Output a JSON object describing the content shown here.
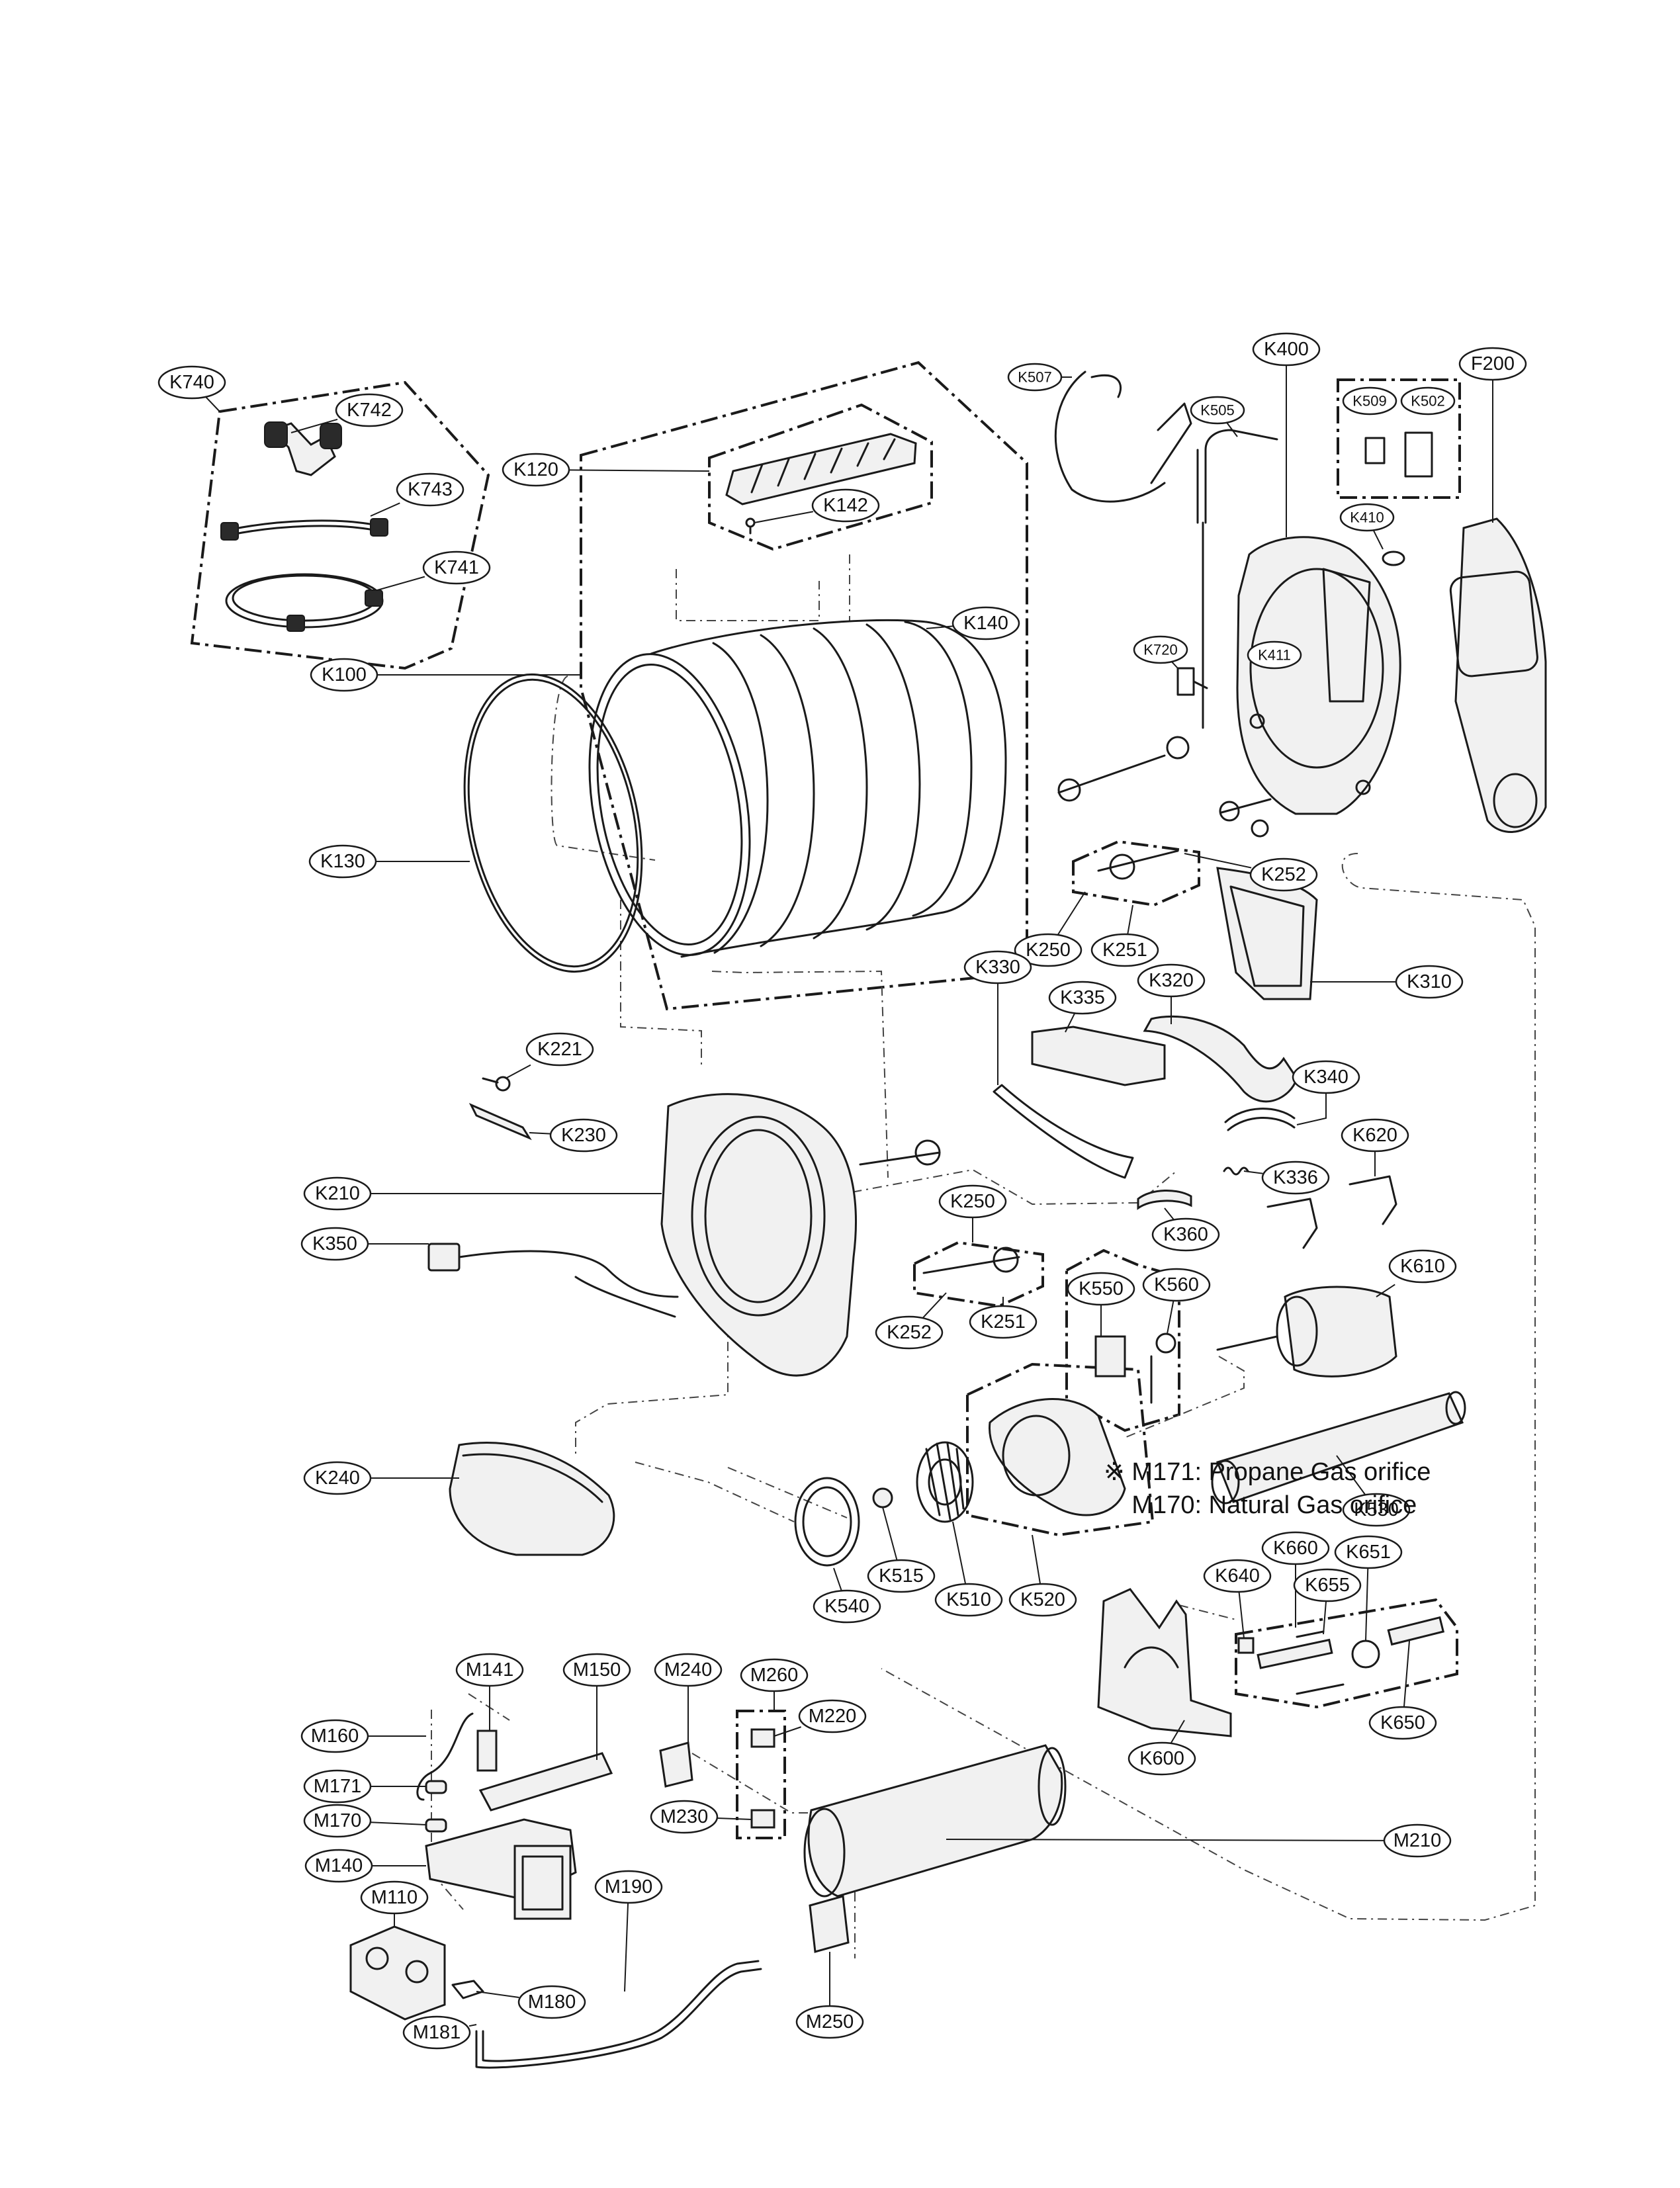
{
  "parts": [
    {
      "label": "K740"
    },
    {
      "label": "K742"
    },
    {
      "label": "K743"
    },
    {
      "label": "K741"
    },
    {
      "label": "K120"
    },
    {
      "label": "K142"
    },
    {
      "label": "K140"
    },
    {
      "label": "K100"
    },
    {
      "label": "K130"
    },
    {
      "label": "K507"
    },
    {
      "label": "K505"
    },
    {
      "label": "K400"
    },
    {
      "label": "K509"
    },
    {
      "label": "K502"
    },
    {
      "label": "F200"
    },
    {
      "label": "K410"
    },
    {
      "label": "K720"
    },
    {
      "label": "K411"
    },
    {
      "label": "K252"
    },
    {
      "label": "K250"
    },
    {
      "label": "K251"
    },
    {
      "label": "K310"
    },
    {
      "label": "K320"
    },
    {
      "label": "K330"
    },
    {
      "label": "K335"
    },
    {
      "label": "K340"
    },
    {
      "label": "K221"
    },
    {
      "label": "K230"
    },
    {
      "label": "K620"
    },
    {
      "label": "K336"
    },
    {
      "label": "K210"
    },
    {
      "label": "K360"
    },
    {
      "label": "K350"
    },
    {
      "label": "K250"
    },
    {
      "label": "K550"
    },
    {
      "label": "K560"
    },
    {
      "label": "K610"
    },
    {
      "label": "K252"
    },
    {
      "label": "K251"
    },
    {
      "label": "K240"
    },
    {
      "label": "K530"
    },
    {
      "label": "K540"
    },
    {
      "label": "K515"
    },
    {
      "label": "K510"
    },
    {
      "label": "K520"
    },
    {
      "label": "K660"
    },
    {
      "label": "K651"
    },
    {
      "label": "K640"
    },
    {
      "label": "K655"
    },
    {
      "label": "K650"
    },
    {
      "label": "K600"
    },
    {
      "label": "M141"
    },
    {
      "label": "M150"
    },
    {
      "label": "M240"
    },
    {
      "label": "M260"
    },
    {
      "label": "M220"
    },
    {
      "label": "M160"
    },
    {
      "label": "M171"
    },
    {
      "label": "M170"
    },
    {
      "label": "M230"
    },
    {
      "label": "M210"
    },
    {
      "label": "M140"
    },
    {
      "label": "M110"
    },
    {
      "label": "M190"
    },
    {
      "label": "M180"
    },
    {
      "label": "M181"
    },
    {
      "label": "M250"
    }
  ],
  "note": {
    "symbol": "※",
    "lines": [
      "M171: Propane Gas orifice",
      "M170: Natural Gas orifice"
    ]
  }
}
